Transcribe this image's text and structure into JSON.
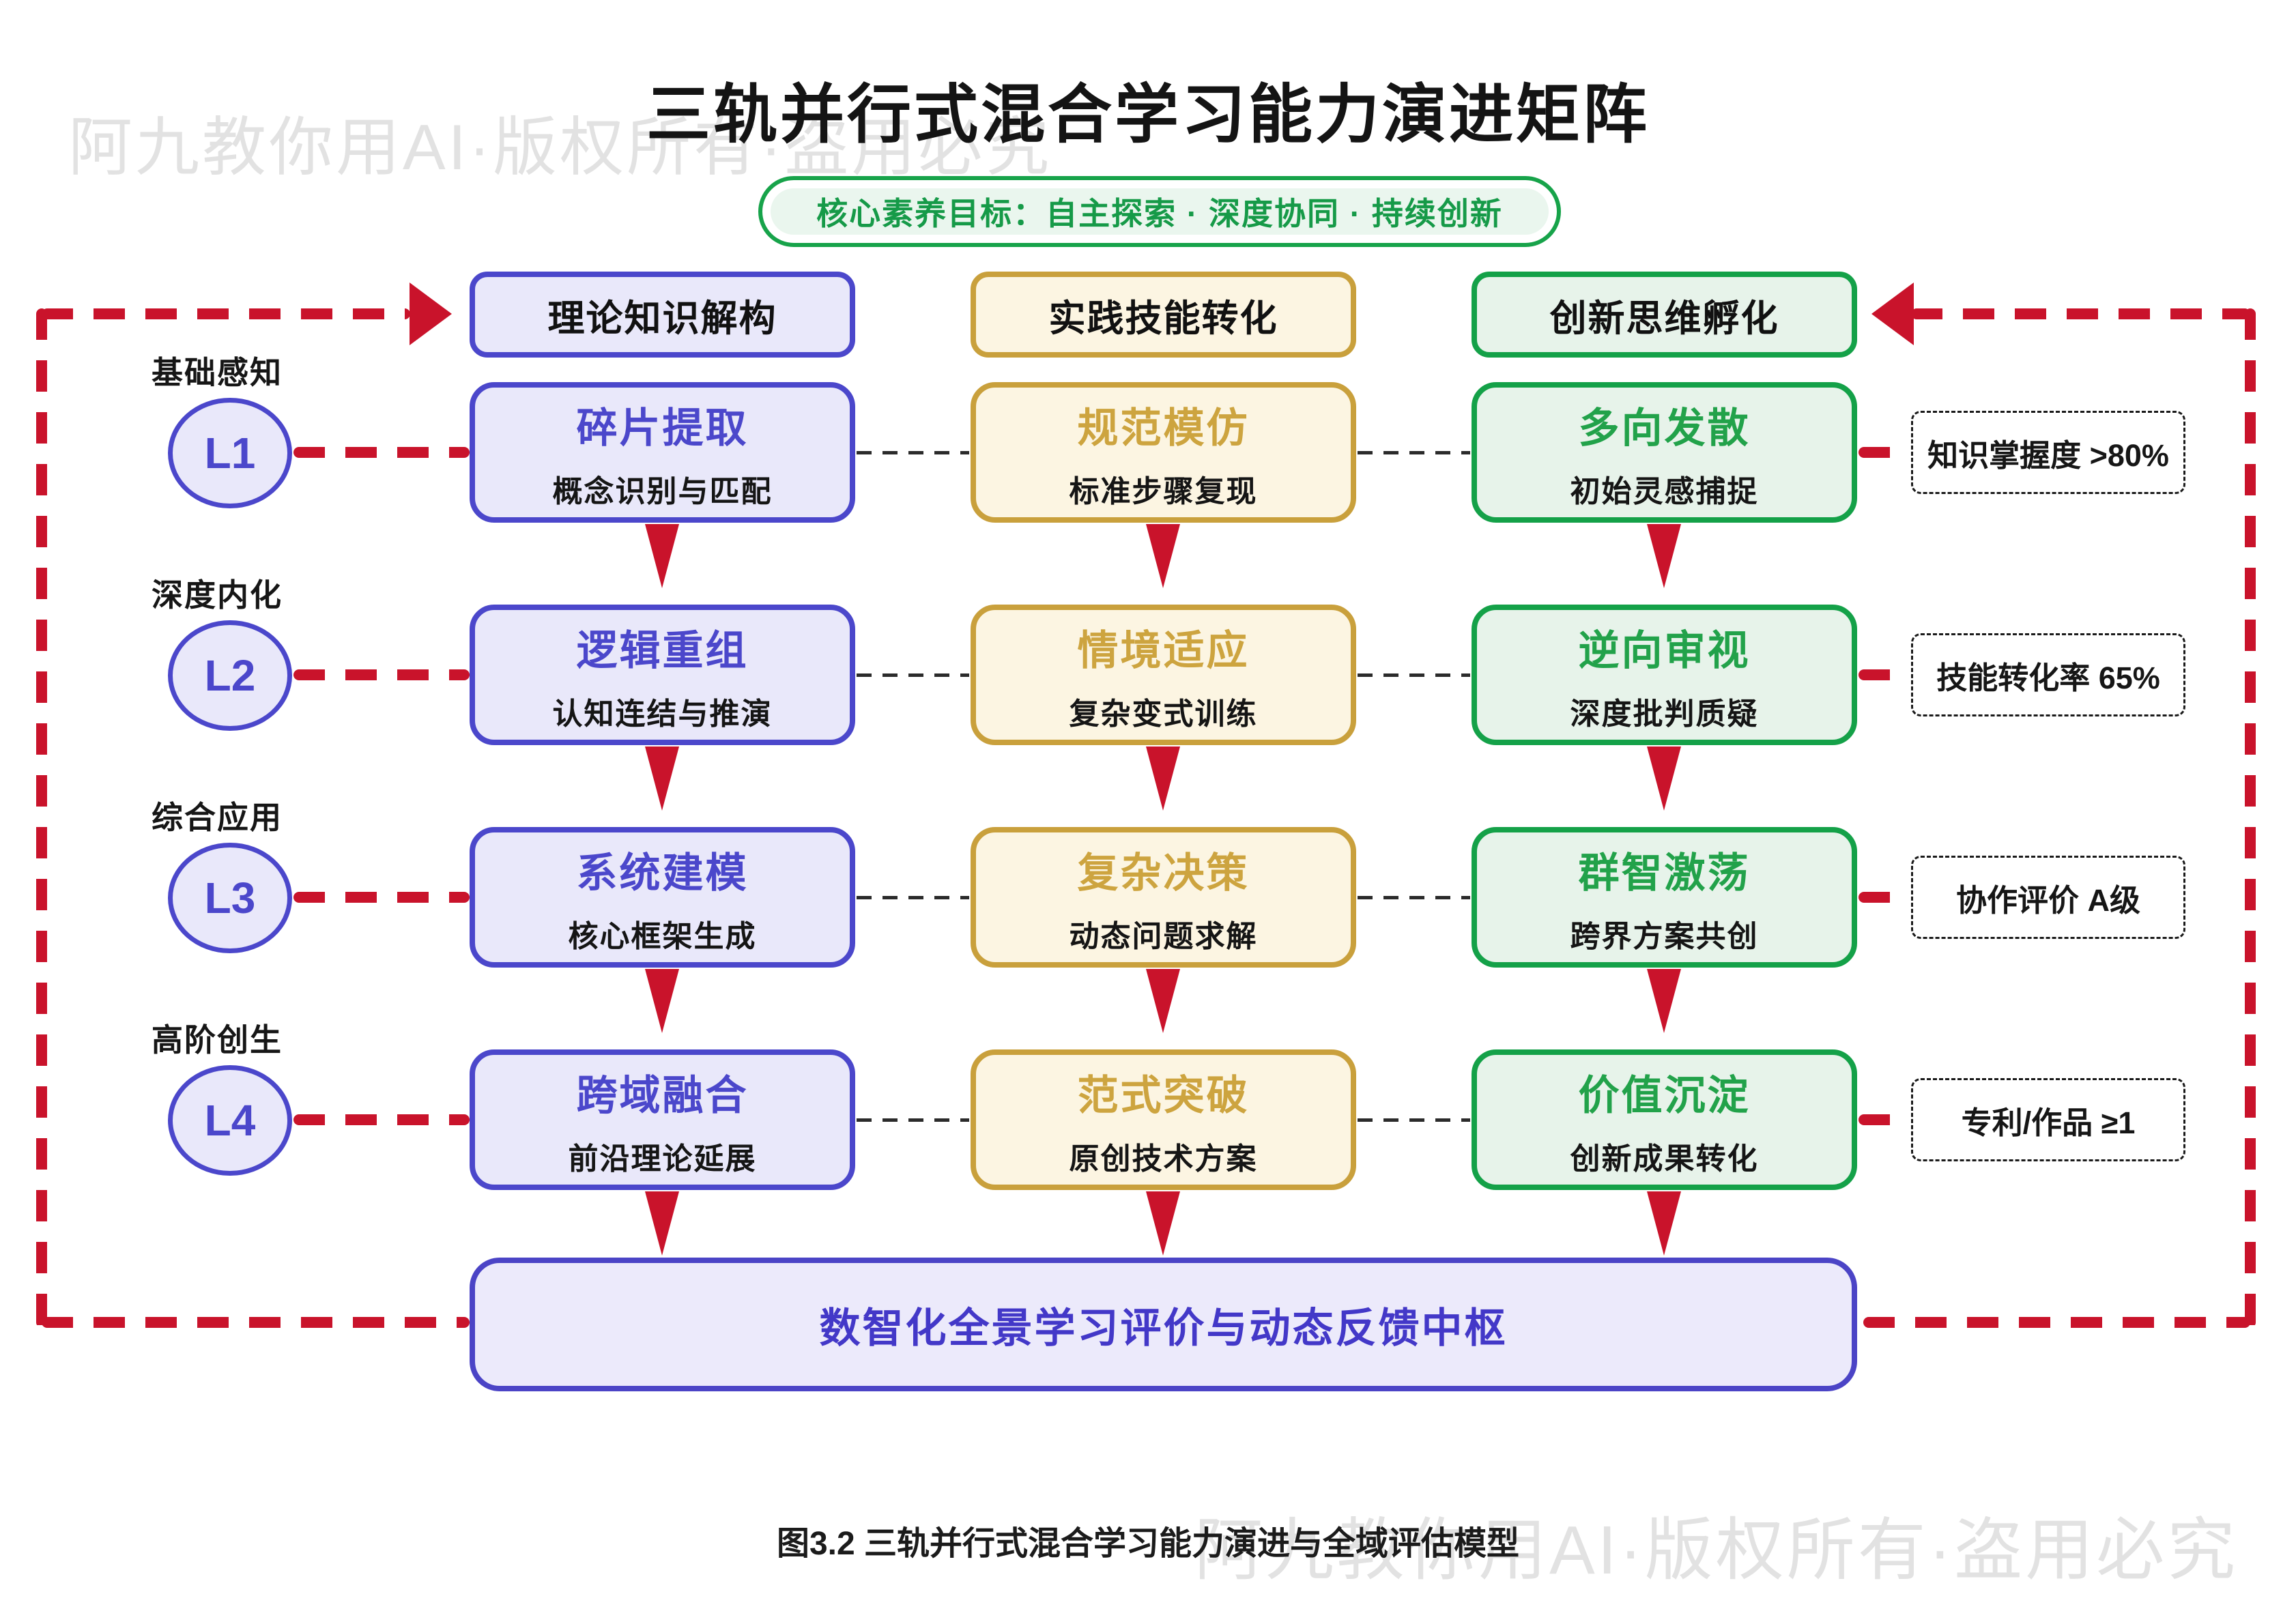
{
  "title": "三轨并行式混合学习能力演进矩阵",
  "watermark_text": "阿九教你用AI·版权所有·盗用必究",
  "goal_pill": "核心素养目标：自主探索 · 深度协同 · 持续创新",
  "tracks": [
    {
      "header": "理论知识解构",
      "accent": "#4b47cb",
      "cells": [
        {
          "title": "碎片提取",
          "subtitle": "概念识别与匹配"
        },
        {
          "title": "逻辑重组",
          "subtitle": "认知连结与推演"
        },
        {
          "title": "系统建模",
          "subtitle": "核心框架生成"
        },
        {
          "title": "跨域融合",
          "subtitle": "前沿理论延展"
        }
      ]
    },
    {
      "header": "实践技能转化",
      "accent": "#c9a03c",
      "cells": [
        {
          "title": "规范模仿",
          "subtitle": "标准步骤复现"
        },
        {
          "title": "情境适应",
          "subtitle": "复杂变式训练"
        },
        {
          "title": "复杂决策",
          "subtitle": "动态问题求解"
        },
        {
          "title": "范式突破",
          "subtitle": "原创技术方案"
        }
      ]
    },
    {
      "header": "创新思维孵化",
      "accent": "#17a34a",
      "cells": [
        {
          "title": "多向发散",
          "subtitle": "初始灵感捕捉"
        },
        {
          "title": "逆向审视",
          "subtitle": "深度批判质疑"
        },
        {
          "title": "群智激荡",
          "subtitle": "跨界方案共创"
        },
        {
          "title": "价值沉淀",
          "subtitle": "创新成果转化"
        }
      ]
    }
  ],
  "levels": [
    {
      "id": "L1",
      "label": "基础感知",
      "metric": "知识掌握度 >80%"
    },
    {
      "id": "L2",
      "label": "深度内化",
      "metric": "技能转化率 65%"
    },
    {
      "id": "L3",
      "label": "综合应用",
      "metric": "协作评价 A级"
    },
    {
      "id": "L4",
      "label": "高阶创生",
      "metric": "专利/作品 ≥1"
    }
  ],
  "hub": {
    "label": "数智化全景学习评价与动态反馈中枢"
  },
  "caption": "图3.2 三轨并行式混合学习能力演进与全域评估模型",
  "colors": {
    "purple": "#4b47cb",
    "purple_fill": "#e9e8fa",
    "gold": "#c9a03c",
    "gold_fill": "#fcf5e2",
    "green": "#17a34a",
    "green_fill": "#e7f3ea",
    "red": "#c9132b",
    "hub_fill": "#eceafb",
    "watermark": "#e2e2e2"
  }
}
